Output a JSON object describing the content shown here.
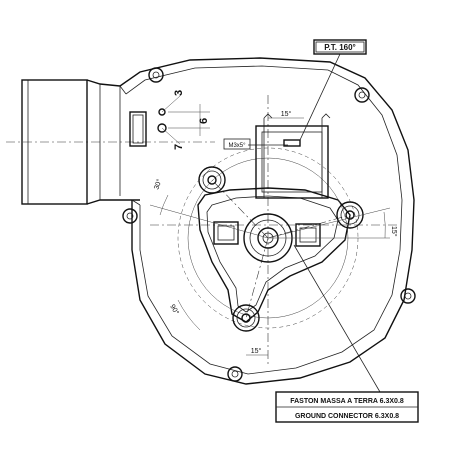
{
  "labels": {
    "pt": "P.T. 160°",
    "faston_it": "FASTON MASSA A TERRA 6.3X0.8",
    "faston_en": "GROUND  CONNECTOR 6.3X0.8",
    "m_thread": "M3x5°",
    "dia_small": "3",
    "dim_gap": "6",
    "dia_large": "7"
  },
  "angles": {
    "top": "15°",
    "left": "30°",
    "right": "15°",
    "bottom_left": "90°",
    "bottom": "15°"
  }
}
